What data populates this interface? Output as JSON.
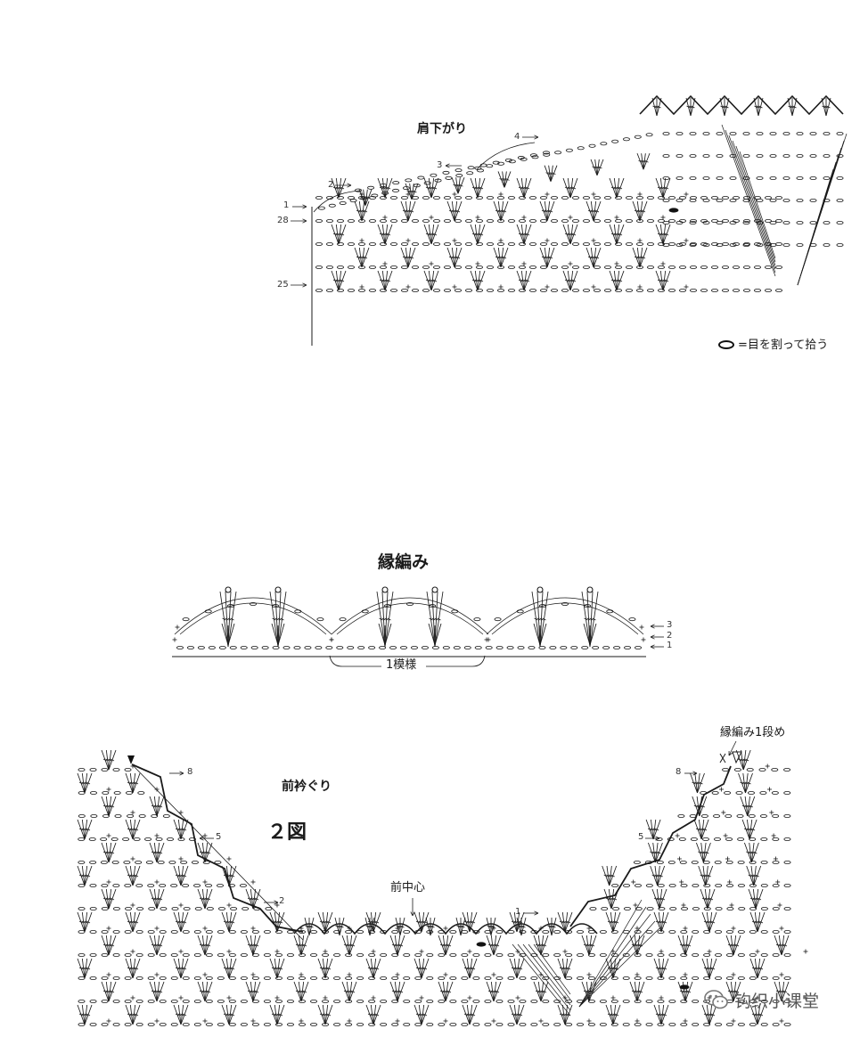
{
  "shoulder": {
    "title": "肩下がり",
    "row_labels": [
      "1",
      "28",
      "25",
      "2",
      "3",
      "4"
    ]
  },
  "legend": {
    "text": "=目を割って拾う"
  },
  "edging": {
    "title": "縁編み",
    "repeat_label": "1模様",
    "row_labels": [
      "3",
      "2",
      "1"
    ]
  },
  "neckline": {
    "title": "前衿ぐり",
    "figure_label": "２図",
    "center_label": "前中心",
    "start_note": "縁編み1段め",
    "left_row_labels": [
      "8",
      "5",
      "2"
    ],
    "right_row_labels": [
      "8",
      "5",
      "1"
    ]
  },
  "watermark": {
    "text": "钩织小课堂",
    "icon": "wechat-icon"
  }
}
